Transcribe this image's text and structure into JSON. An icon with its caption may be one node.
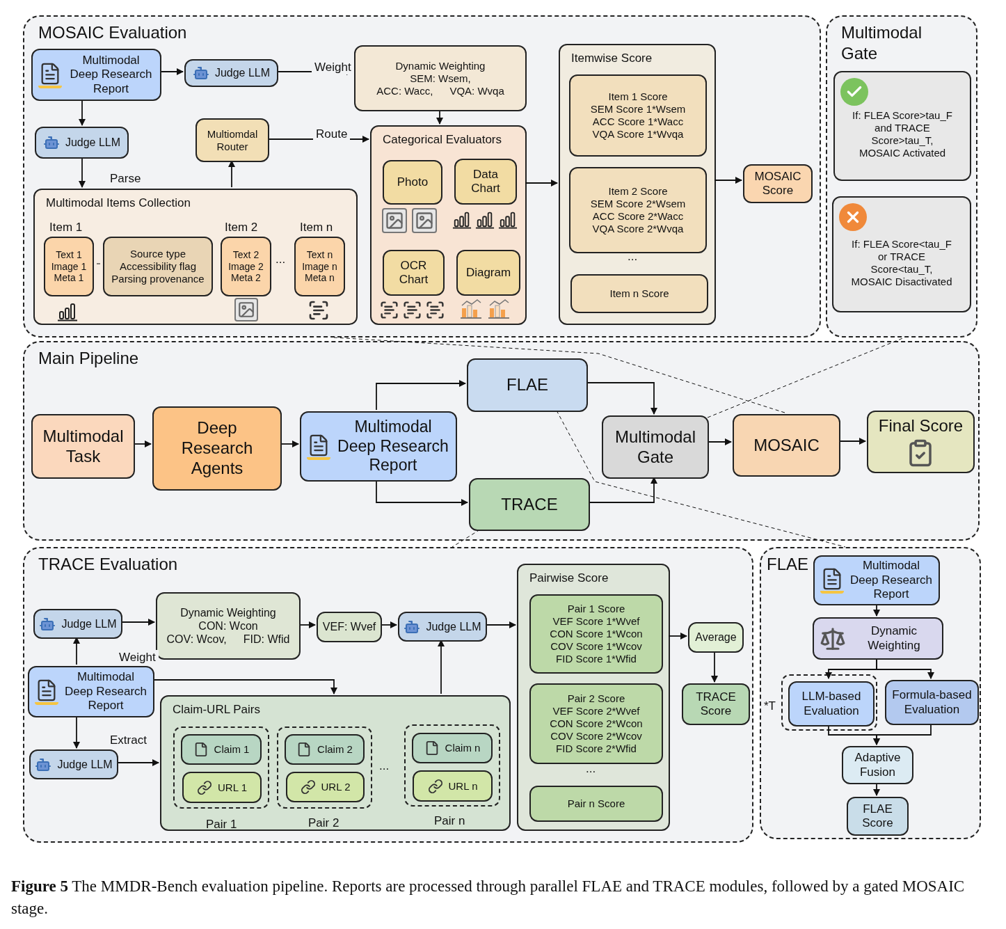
{
  "diagram": {
    "caption": "**Figure 5** The MMDR-Bench evaluation pipeline. Reports are processed through parallel FLAE and TRACE modules, followed by a gated MOSAIC stage.",
    "nodes": [
      {
        "text": [
          "MOSAIC Evaluation"
        ]
      },
      {
        "text": [
          "Multimodal Deep Research Report"
        ],
        "in": 0
      },
      {
        "text": [
          "Judge LLM"
        ],
        "in": 0
      },
      {
        "text": [
          "Dynamic Weighting",
          "SEM: Wsem,",
          "ACC: Wacc,",
          "VQA: Wvqa"
        ],
        "in": 0
      },
      {
        "text": [
          "Judge LLM"
        ],
        "in": 0
      },
      {
        "text": [
          "Multiomdal Router"
        ],
        "in": 0
      },
      {
        "text": [
          "Multimodal Items Collection"
        ],
        "in": 0
      },
      {
        "text": [
          "Text 1",
          "Image 1",
          "Meta 1"
        ],
        "in": 6,
        "beside": [
          "Item 1"
        ]
      },
      {
        "text": [
          "Source type",
          "Accessibility flag",
          "Parsing provenance"
        ],
        "in": 6
      },
      {
        "text": [
          "Text 2",
          "Image 2",
          "Meta 2"
        ],
        "in": 6,
        "beside": [
          "Item 2"
        ]
      },
      {
        "text": [
          "Text n",
          "Image n",
          "Meta n"
        ],
        "in": 6,
        "beside": [
          "Item n"
        ]
      },
      {
        "text": [
          "Categorical Evaluators"
        ],
        "in": 0
      },
      {
        "text": [
          "Photo"
        ],
        "in": 11
      },
      {
        "text": [
          "Data Chart"
        ],
        "in": 11
      },
      {
        "text": [
          "OCR Chart"
        ],
        "in": 11
      },
      {
        "text": [
          "Diagram"
        ],
        "in": 11
      },
      {
        "text": [
          "Itemwise Score"
        ],
        "in": 0
      },
      {
        "text": [
          "Item 1 Score",
          "SEM Score 1*Wsem",
          "ACC Score 1*Wacc",
          "VQA Score 1*Wvqa"
        ],
        "in": 16
      },
      {
        "text": [
          "Item 2 Score",
          "SEM Score 2*Wsem",
          "ACC Score 2*Wacc",
          "VQA Score 2*Wvqa"
        ],
        "in": 16
      },
      {
        "text": [
          "Item n Score"
        ],
        "in": 16
      },
      {
        "text": [
          "MOSAIC Score"
        ],
        "in": 0
      },
      {
        "text": [
          "Multimodal Gate"
        ]
      },
      {
        "text": [
          "If: FLEA Score>tau_F and TRACE Score>tau_T, MOSAIC Activated"
        ],
        "in": 21
      },
      {
        "text": [
          "If: FLEA Score<tau_F or TRACE Score<tau_T, MOSAIC Disactivated"
        ],
        "in": 21
      },
      {
        "text": [
          "Main Pipeline"
        ]
      },
      {
        "text": [
          "Multimodal Task"
        ],
        "in": 24
      },
      {
        "text": [
          "Deep Research Agents"
        ],
        "in": 24
      },
      {
        "text": [
          "Multimodal Deep Research Report"
        ],
        "in": 24
      },
      {
        "text": [
          "FLAE"
        ],
        "in": 24
      },
      {
        "text": [
          "TRACE"
        ],
        "in": 24
      },
      {
        "text": [
          "Multimodal Gate"
        ],
        "in": 24
      },
      {
        "text": [
          "MOSAIC"
        ],
        "in": 24
      },
      {
        "text": [
          "Final Score"
        ],
        "in": 24
      },
      {
        "text": [
          "TRACE Evaluation"
        ]
      },
      {
        "text": [
          "Judge LLM"
        ],
        "in": 33
      },
      {
        "text": [
          "Dynamic Weighting",
          "CON: Wcon",
          "COV: Wcov,",
          "FID: Wfid"
        ],
        "in": 33
      },
      {
        "text": [
          "VEF: Wvef"
        ],
        "in": 33
      },
      {
        "text": [
          "Judge LLM"
        ],
        "in": 33
      },
      {
        "text": [
          "Multimodal Deep Research Report"
        ],
        "in": 33
      },
      {
        "text": [
          "Judge LLM"
        ],
        "in": 33
      },
      {
        "text": [
          "Claim-URL Pairs"
        ],
        "in": 33
      },
      {
        "text": [],
        "shape": "box",
        "in": 40,
        "beside": [
          "Pair 1"
        ]
      },
      {
        "text": [
          "Claim 1"
        ],
        "in": 41
      },
      {
        "text": [
          "URL 1"
        ],
        "in": 41
      },
      {
        "text": [],
        "shape": "box",
        "in": 40,
        "beside": [
          "Pair 2"
        ]
      },
      {
        "text": [
          "Claim 2"
        ],
        "in": 44
      },
      {
        "text": [
          "URL 2"
        ],
        "in": 44
      },
      {
        "text": [],
        "shape": "box",
        "in": 40,
        "beside": [
          "Pair n"
        ]
      },
      {
        "text": [
          "Claim n"
        ],
        "in": 47
      },
      {
        "text": [
          "URL n"
        ],
        "in": 47
      },
      {
        "text": [
          "Pairwise Score"
        ],
        "in": 33
      },
      {
        "text": [
          "Pair 1 Score",
          "VEF Score 1*Wvef",
          "CON Score 1*Wcon",
          "COV Score 1*Wcov",
          "FID Score 1*Wfid"
        ],
        "in": 50
      },
      {
        "text": [
          "Pair 2 Score",
          "VEF Score 2*Wvef",
          "CON Score 2*Wcon",
          "COV Score 2*Wcov",
          "FID Score 2*Wfid"
        ],
        "in": 50
      },
      {
        "text": [
          "Pair n Score"
        ],
        "in": 50
      },
      {
        "text": [
          "Average"
        ],
        "in": 33
      },
      {
        "text": [
          "TRACE Score"
        ],
        "in": 33
      },
      {
        "text": [
          "FLAE"
        ]
      },
      {
        "text": [
          "Multimodal Deep Research Report"
        ],
        "in": 56
      },
      {
        "text": [
          "Dynamic Weighting"
        ],
        "in": 56
      },
      {
        "text": [],
        "shape": "box",
        "in": 56,
        "beside": [
          "*T"
        ]
      },
      {
        "text": [
          "LLM-based Evaluation"
        ],
        "in": 59
      },
      {
        "text": [
          "Formula-based Evaluation"
        ],
        "in": 56
      },
      {
        "text": [
          "Adaptive Fusion"
        ],
        "in": 56
      },
      {
        "text": [
          "FLAE Score"
        ],
        "in": 56
      }
    ],
    "edges": [
      {
        "from": 1,
        "to": 2,
        "arrow": "to"
      },
      {
        "from": 2,
        "to": 3,
        "arrow": "to",
        "label": "Weight"
      },
      {
        "from": 1,
        "to": 4,
        "arrow": "to"
      },
      {
        "from": 4,
        "to": 6,
        "arrow": "to",
        "label": "Parse"
      },
      {
        "from": 6,
        "to": 5,
        "arrow": "to"
      },
      {
        "from": 5,
        "to": 11,
        "arrow": "to",
        "label": "Route"
      },
      {
        "from": 3,
        "to": 11,
        "arrow": "to"
      },
      {
        "from": 11,
        "to": 16,
        "arrow": "to"
      },
      {
        "from": 16,
        "to": 20,
        "arrow": "to"
      },
      {
        "from": 8,
        "to": 7,
        "arrow": "none",
        "style": "dashed"
      },
      {
        "from": 25,
        "to": 26,
        "arrow": "to"
      },
      {
        "from": 26,
        "to": 27,
        "arrow": "to"
      },
      {
        "from": 27,
        "to": 28,
        "arrow": "to"
      },
      {
        "from": 27,
        "to": 29,
        "arrow": "to"
      },
      {
        "from": 28,
        "to": 30,
        "arrow": "to"
      },
      {
        "from": 29,
        "to": 30,
        "arrow": "to"
      },
      {
        "from": 30,
        "to": 31,
        "arrow": "to"
      },
      {
        "from": 31,
        "to": 32,
        "arrow": "to"
      },
      {
        "from": 28,
        "to": 56,
        "arrow": "none",
        "style": "dashed"
      },
      {
        "from": 29,
        "to": 33,
        "arrow": "none",
        "style": "dashed"
      },
      {
        "from": 30,
        "to": 21,
        "arrow": "none",
        "style": "dashed"
      },
      {
        "from": 31,
        "to": 0,
        "arrow": "none",
        "style": "dashed"
      },
      {
        "from": 34,
        "to": 35,
        "arrow": "to"
      },
      {
        "from": 35,
        "to": 36,
        "arrow": "to"
      },
      {
        "from": 36,
        "to": 37,
        "arrow": "to"
      },
      {
        "from": 38,
        "to": 34,
        "arrow": "to",
        "label": "Weight"
      },
      {
        "from": 38,
        "to": 39,
        "arrow": "to",
        "label": "Extract"
      },
      {
        "from": 38,
        "to": 40,
        "arrow": "to"
      },
      {
        "from": 39,
        "to": 40,
        "arrow": "to"
      },
      {
        "from": 40,
        "to": 37,
        "arrow": "to"
      },
      {
        "from": 37,
        "to": 50,
        "arrow": "to"
      },
      {
        "from": 50,
        "to": 54,
        "arrow": "to"
      },
      {
        "from": 54,
        "to": 55,
        "arrow": "to"
      },
      {
        "from": 57,
        "to": 58,
        "arrow": "to"
      },
      {
        "from": 58,
        "to": 60,
        "arrow": "to"
      },
      {
        "from": 58,
        "to": 61,
        "arrow": "to"
      },
      {
        "from": 60,
        "to": 62,
        "arrow": "to"
      },
      {
        "from": 61,
        "to": 62,
        "arrow": "to"
      },
      {
        "from": 62,
        "to": 63,
        "arrow": "to"
      }
    ],
    "labels": [
      "...",
      "...",
      "...",
      "..."
    ]
  }
}
